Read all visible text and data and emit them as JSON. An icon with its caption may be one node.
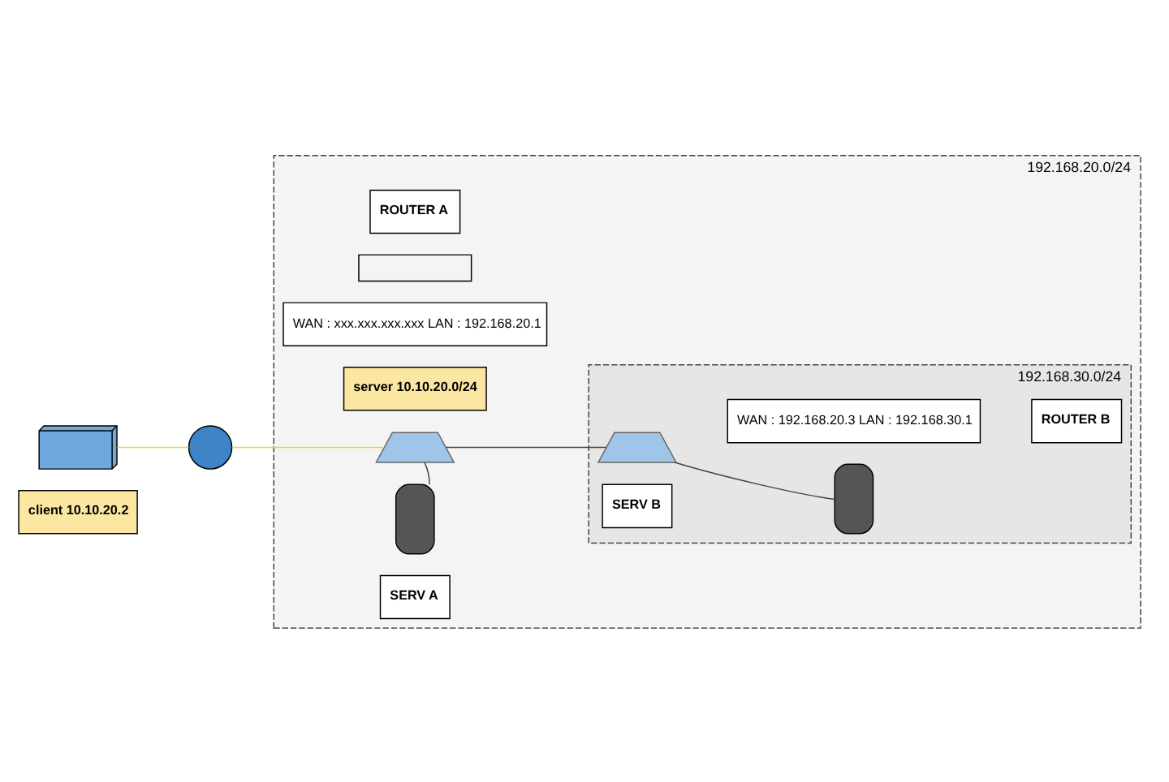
{
  "diagram": {
    "nodes": [
      {
        "text": [
          "192.168.20.0/24"
        ]
      },
      {
        "text": [
          "192.168.30.0/24"
        ],
        "in": 0
      },
      {
        "text": [
          "client 10.10.20.2"
        ]
      },
      {
        "text": [],
        "shape": "laptop"
      },
      {
        "text": [],
        "shape": "globe"
      },
      {
        "text": [
          "ROUTER A"
        ],
        "in": 0
      },
      {
        "text": [],
        "shape": "box",
        "in": 0
      },
      {
        "text": [
          "WAN : xxx.xxx.xxx.xxx LAN : 192.168.20.1"
        ],
        "in": 0
      },
      {
        "text": [
          "server 10.10.20.0/24"
        ],
        "in": 0
      },
      {
        "text": [],
        "shape": "router",
        "in": 0
      },
      {
        "text": [
          "ROUTER B"
        ],
        "in": 1
      },
      {
        "text": [
          "WAN : 192.168.20.3 LAN : 192.168.30.1"
        ],
        "in": 1
      },
      {
        "text": [],
        "shape": "router",
        "in": 1
      },
      {
        "text": [],
        "shape": "server",
        "in": 0
      },
      {
        "text": [
          "SERV A"
        ],
        "in": 0
      },
      {
        "text": [],
        "shape": "server",
        "in": 1
      },
      {
        "text": [
          "SERV B"
        ],
        "in": 1
      }
    ],
    "edges": [
      {
        "from": 3,
        "to": 4,
        "arrow": "none",
        "color": "#f5c94a"
      },
      {
        "from": 4,
        "to": 9,
        "arrow": "none",
        "color": "#f5c94a"
      },
      {
        "from": 9,
        "to": 12,
        "arrow": "none"
      },
      {
        "from": 9,
        "to": 13,
        "arrow": "none"
      },
      {
        "from": 12,
        "to": 15,
        "arrow": "none"
      }
    ]
  }
}
